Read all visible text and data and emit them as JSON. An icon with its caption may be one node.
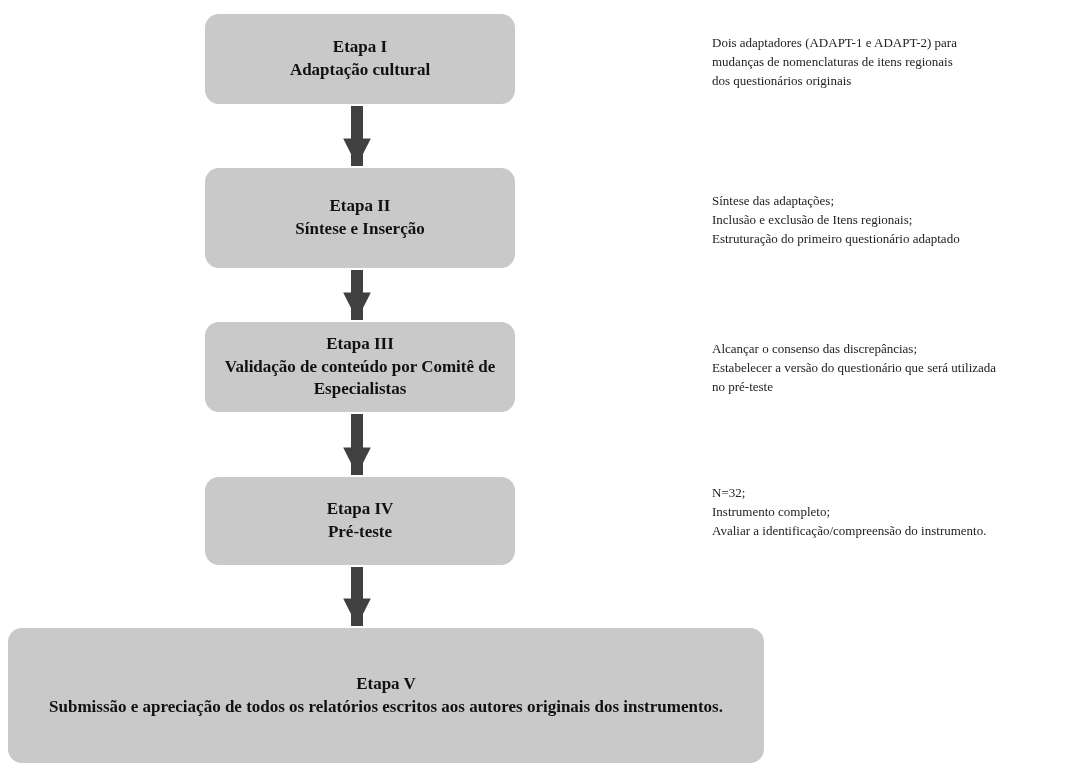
{
  "diagram": {
    "nodes": [
      {
        "text": [
          "Etapa I",
          "Adaptação cultural"
        ]
      },
      {
        "text": [
          "Etapa II",
          "Síntese e Inserção"
        ],
        "beside": [
          "Síntese das adaptações;",
          "Inclusão e exclusão de Itens regionais;",
          "Estruturação do primeiro questionário adaptado"
        ]
      },
      {
        "text": [
          "Etapa III",
          "Validação de conteúdo por Comitê de Especialistas"
        ],
        "beside": [
          "Alcançar o consenso das discrepâncias;",
          "Estabelecer a versão do questionário que será utilizada no pré-teste"
        ]
      },
      {
        "text": [
          "Etapa IV",
          "Pré-teste"
        ],
        "beside": [
          "N=32;",
          "Instrumento completo;",
          "Avaliar a identificação/compreensão do instrumento."
        ]
      },
      {
        "text": [
          "Etapa V",
          "Submissão e apreciação de todos os relatórios escritos aos autores originais dos instrumentos."
        ]
      }
    ],
    "edges": [
      {
        "from": 0,
        "to": 1,
        "arrow": "to"
      },
      {
        "from": 1,
        "to": 2,
        "arrow": "to"
      },
      {
        "from": 2,
        "to": 3,
        "arrow": "to"
      },
      {
        "from": 3,
        "to": 4,
        "arrow": "to"
      }
    ],
    "labels": [
      "Dois adaptadores (ADAPT-1 e ADAPT-2) para mudanças de nomenclaturas de itens regionais dos questionários originais"
    ]
  }
}
